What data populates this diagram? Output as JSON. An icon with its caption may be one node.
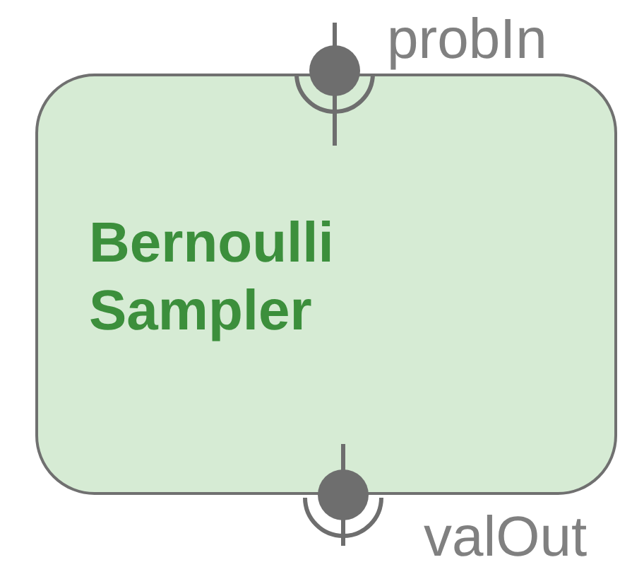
{
  "diagram": {
    "nodes": [
      {
        "text": [
          "Bernoulli Sampler"
        ]
      }
    ],
    "labels": [
      "probIn",
      "valOut"
    ]
  }
}
